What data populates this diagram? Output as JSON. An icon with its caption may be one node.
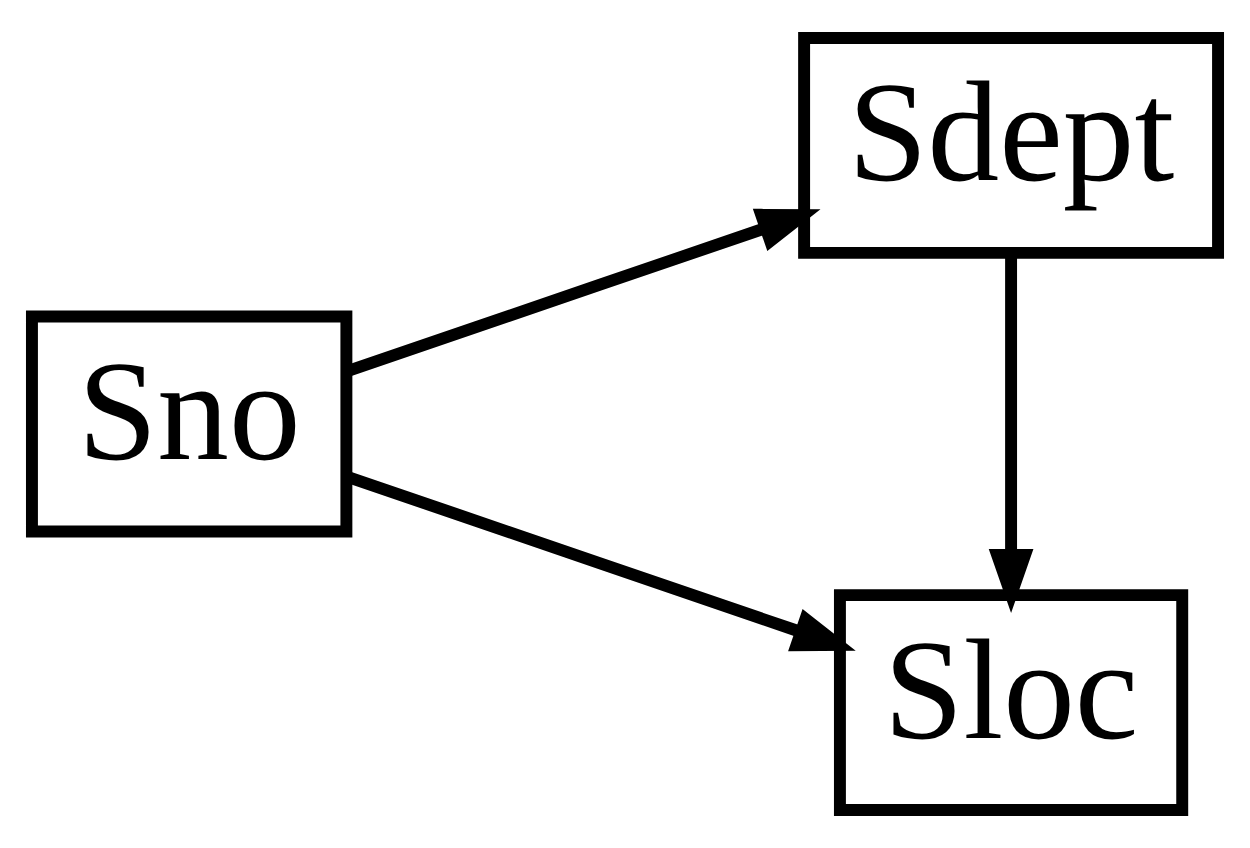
{
  "diagram": {
    "nodes": [
      {
        "text": [
          "Sno"
        ]
      },
      {
        "text": [
          "Sdept"
        ]
      },
      {
        "text": [
          "Sloc"
        ]
      }
    ],
    "edges": [
      {
        "from": 0,
        "to": 1,
        "arrow": "to"
      },
      {
        "from": 0,
        "to": 2,
        "arrow": "to"
      },
      {
        "from": 1,
        "to": 2,
        "arrow": "to"
      }
    ]
  }
}
